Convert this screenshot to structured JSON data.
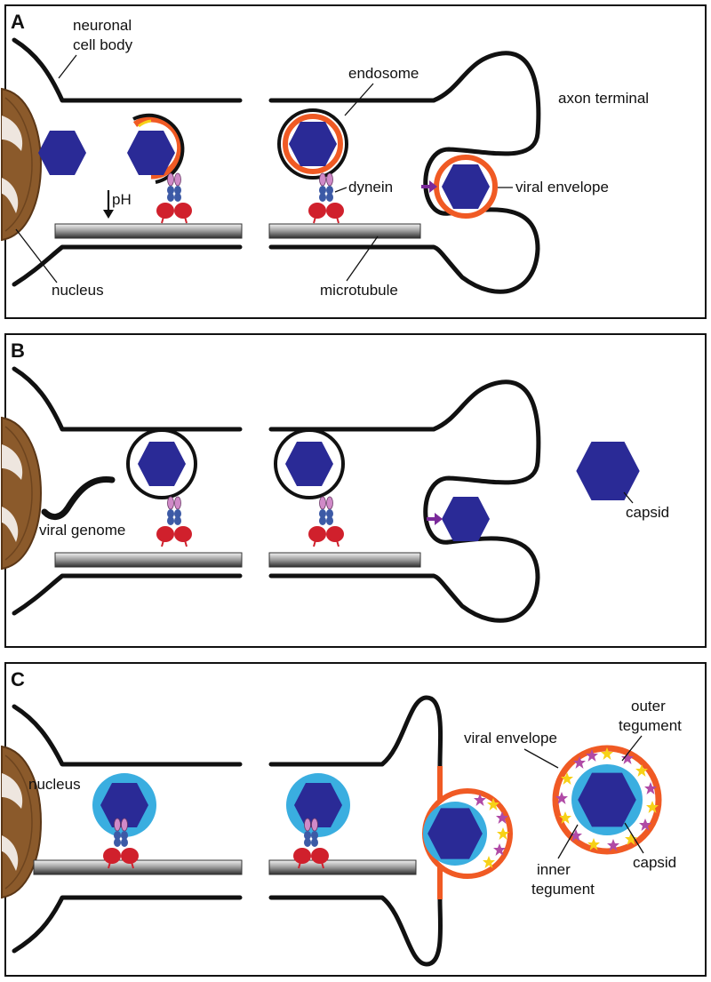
{
  "colors": {
    "capsid": "#2a2a96",
    "envelope": "#f05a24",
    "inner_tegument": "#3aaee0",
    "tegument_star": "#f7d117",
    "tegument_purple": "#b04aa6",
    "dynein_light": "#d08ac8",
    "dynein_blue": "#3c5aa6",
    "dynein_red": "#d0202c",
    "nucleus": "#8b5a2b",
    "membrane": "#111111"
  },
  "panels": [
    {
      "label": "A",
      "text": {
        "cell_body": [
          "neuronal",
          "cell body"
        ],
        "endosome": "endosome",
        "axon_terminal": "axon terminal",
        "dynein": "dynein",
        "viral_envelope": "viral envelope",
        "ph": "pH",
        "nucleus": "nucleus",
        "microtubule": "microtubule"
      }
    },
    {
      "label": "B",
      "text": {
        "viral_genome": "viral genome",
        "capsid": "capsid"
      }
    },
    {
      "label": "C",
      "text": {
        "nucleus": "nucleus",
        "viral_envelope": "viral envelope",
        "outer_tegument": [
          "outer",
          "tegument"
        ],
        "inner_tegument": [
          "inner",
          "tegument"
        ],
        "capsid": "capsid"
      }
    }
  ],
  "icons": [
    "hexagon-capsid-icon",
    "dynein-motor-icon",
    "microtubule-bar",
    "endosome-circle",
    "nucleus-shape",
    "tegument-star-icon"
  ]
}
